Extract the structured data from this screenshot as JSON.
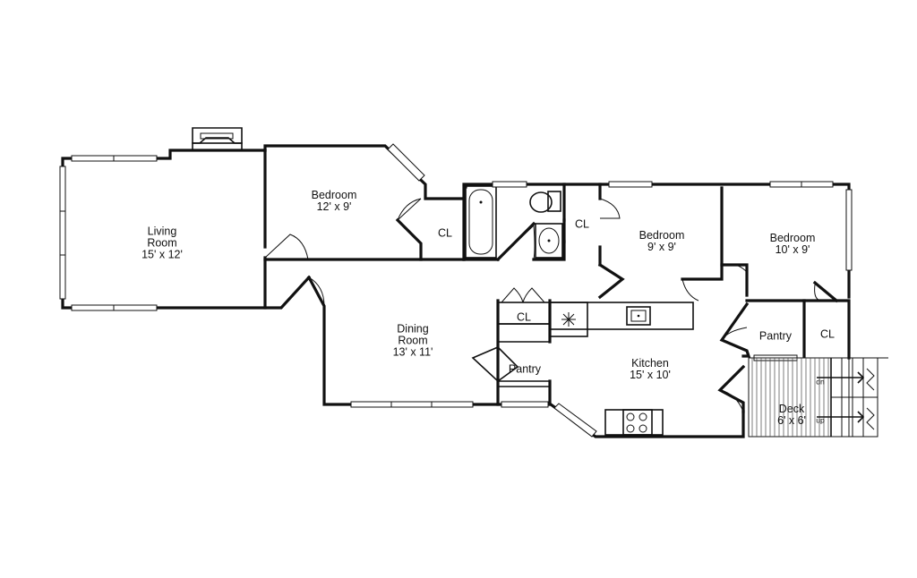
{
  "rooms": [
    {
      "id": "living-room",
      "name": "Living\nRoom",
      "size": "15' x 12'"
    },
    {
      "id": "bedroom-1",
      "name": "Bedroom",
      "size": "12' x 9'"
    },
    {
      "id": "bedroom-2",
      "name": "Bedroom",
      "size": "9' x 9'"
    },
    {
      "id": "bedroom-3",
      "name": "Bedroom",
      "size": "10' x 9'"
    },
    {
      "id": "dining-room",
      "name": "Dining\nRoom",
      "size": "13' x 11'"
    },
    {
      "id": "kitchen",
      "name": "Kitchen",
      "size": "15' x 10'"
    },
    {
      "id": "deck",
      "name": "Deck",
      "size": "6' x 6'"
    }
  ],
  "small_labels": {
    "cl_1": "CL",
    "cl_2": "CL",
    "cl_3": "CL",
    "cl_4": "CL",
    "pantry_1": "Pantry",
    "pantry_2": "Pantry",
    "stairs_down": "dn",
    "stairs_up": "up"
  },
  "colors": {
    "wall": "#111111",
    "background": "#ffffff"
  }
}
